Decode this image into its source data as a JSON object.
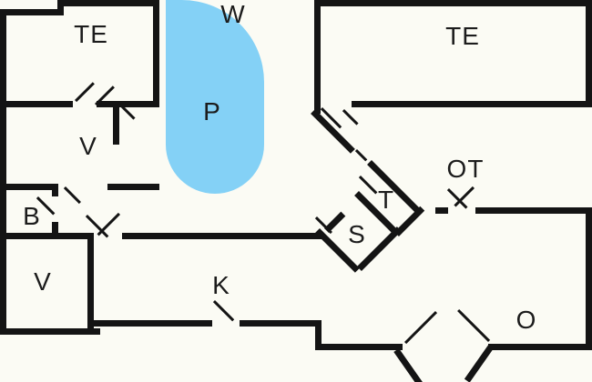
{
  "plan": {
    "background": "#fbfbf4",
    "wall_color": "#141414",
    "pool_color": "#84d1f6",
    "label_color": "#1c1c1c",
    "rooms": [
      {
        "id": "te1",
        "label": "TE"
      },
      {
        "id": "w",
        "label": "W"
      },
      {
        "id": "pool",
        "label": "P"
      },
      {
        "id": "te2",
        "label": "TE"
      },
      {
        "id": "v1",
        "label": "V"
      },
      {
        "id": "b",
        "label": "B"
      },
      {
        "id": "v2",
        "label": "V"
      },
      {
        "id": "k",
        "label": "K"
      },
      {
        "id": "t",
        "label": "T"
      },
      {
        "id": "s",
        "label": "S"
      },
      {
        "id": "ot",
        "label": "OT"
      },
      {
        "id": "o",
        "label": "O"
      }
    ]
  }
}
